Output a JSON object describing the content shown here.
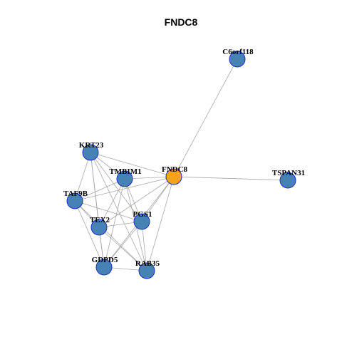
{
  "graph": {
    "title": "FNDC8",
    "colors": {
      "focus_node": "#f6a21b",
      "node": "#4682b4",
      "node_border": "#1f2ecc",
      "edge": "#a8a8a8"
    },
    "nodes": [
      {
        "id": "FNDC8",
        "label": "FNDC8",
        "focus": true
      },
      {
        "id": "C6orf118",
        "label": "C6orf118",
        "focus": false
      },
      {
        "id": "TSPAN31",
        "label": "TSPAN31",
        "focus": false
      },
      {
        "id": "KRT23",
        "label": "KRT23",
        "focus": false
      },
      {
        "id": "TMBIM1",
        "label": "TMBIM1",
        "focus": false
      },
      {
        "id": "TAF9B",
        "label": "TAF9B",
        "focus": false
      },
      {
        "id": "PGS1",
        "label": "PGS1",
        "focus": false
      },
      {
        "id": "TEX2",
        "label": "TEX2",
        "focus": false
      },
      {
        "id": "GDPD5",
        "label": "GDPD5",
        "focus": false
      },
      {
        "id": "RAB35",
        "label": "RAB35",
        "focus": false
      }
    ],
    "edges": [
      [
        "FNDC8",
        "C6orf118"
      ],
      [
        "FNDC8",
        "TSPAN31"
      ],
      [
        "FNDC8",
        "KRT23"
      ],
      [
        "FNDC8",
        "TMBIM1"
      ],
      [
        "FNDC8",
        "TAF9B"
      ],
      [
        "FNDC8",
        "PGS1"
      ],
      [
        "FNDC8",
        "TEX2"
      ],
      [
        "FNDC8",
        "GDPD5"
      ],
      [
        "FNDC8",
        "RAB35"
      ],
      [
        "KRT23",
        "TMBIM1"
      ],
      [
        "KRT23",
        "TAF9B"
      ],
      [
        "KRT23",
        "PGS1"
      ],
      [
        "KRT23",
        "TEX2"
      ],
      [
        "KRT23",
        "GDPD5"
      ],
      [
        "KRT23",
        "RAB35"
      ],
      [
        "TMBIM1",
        "TAF9B"
      ],
      [
        "TMBIM1",
        "PGS1"
      ],
      [
        "TMBIM1",
        "TEX2"
      ],
      [
        "TMBIM1",
        "GDPD5"
      ],
      [
        "TMBIM1",
        "RAB35"
      ],
      [
        "TAF9B",
        "PGS1"
      ],
      [
        "TAF9B",
        "TEX2"
      ],
      [
        "TAF9B",
        "GDPD5"
      ],
      [
        "TAF9B",
        "RAB35"
      ],
      [
        "PGS1",
        "TEX2"
      ],
      [
        "PGS1",
        "GDPD5"
      ],
      [
        "PGS1",
        "RAB35"
      ],
      [
        "TEX2",
        "GDPD5"
      ],
      [
        "TEX2",
        "RAB35"
      ],
      [
        "GDPD5",
        "RAB35"
      ]
    ]
  }
}
